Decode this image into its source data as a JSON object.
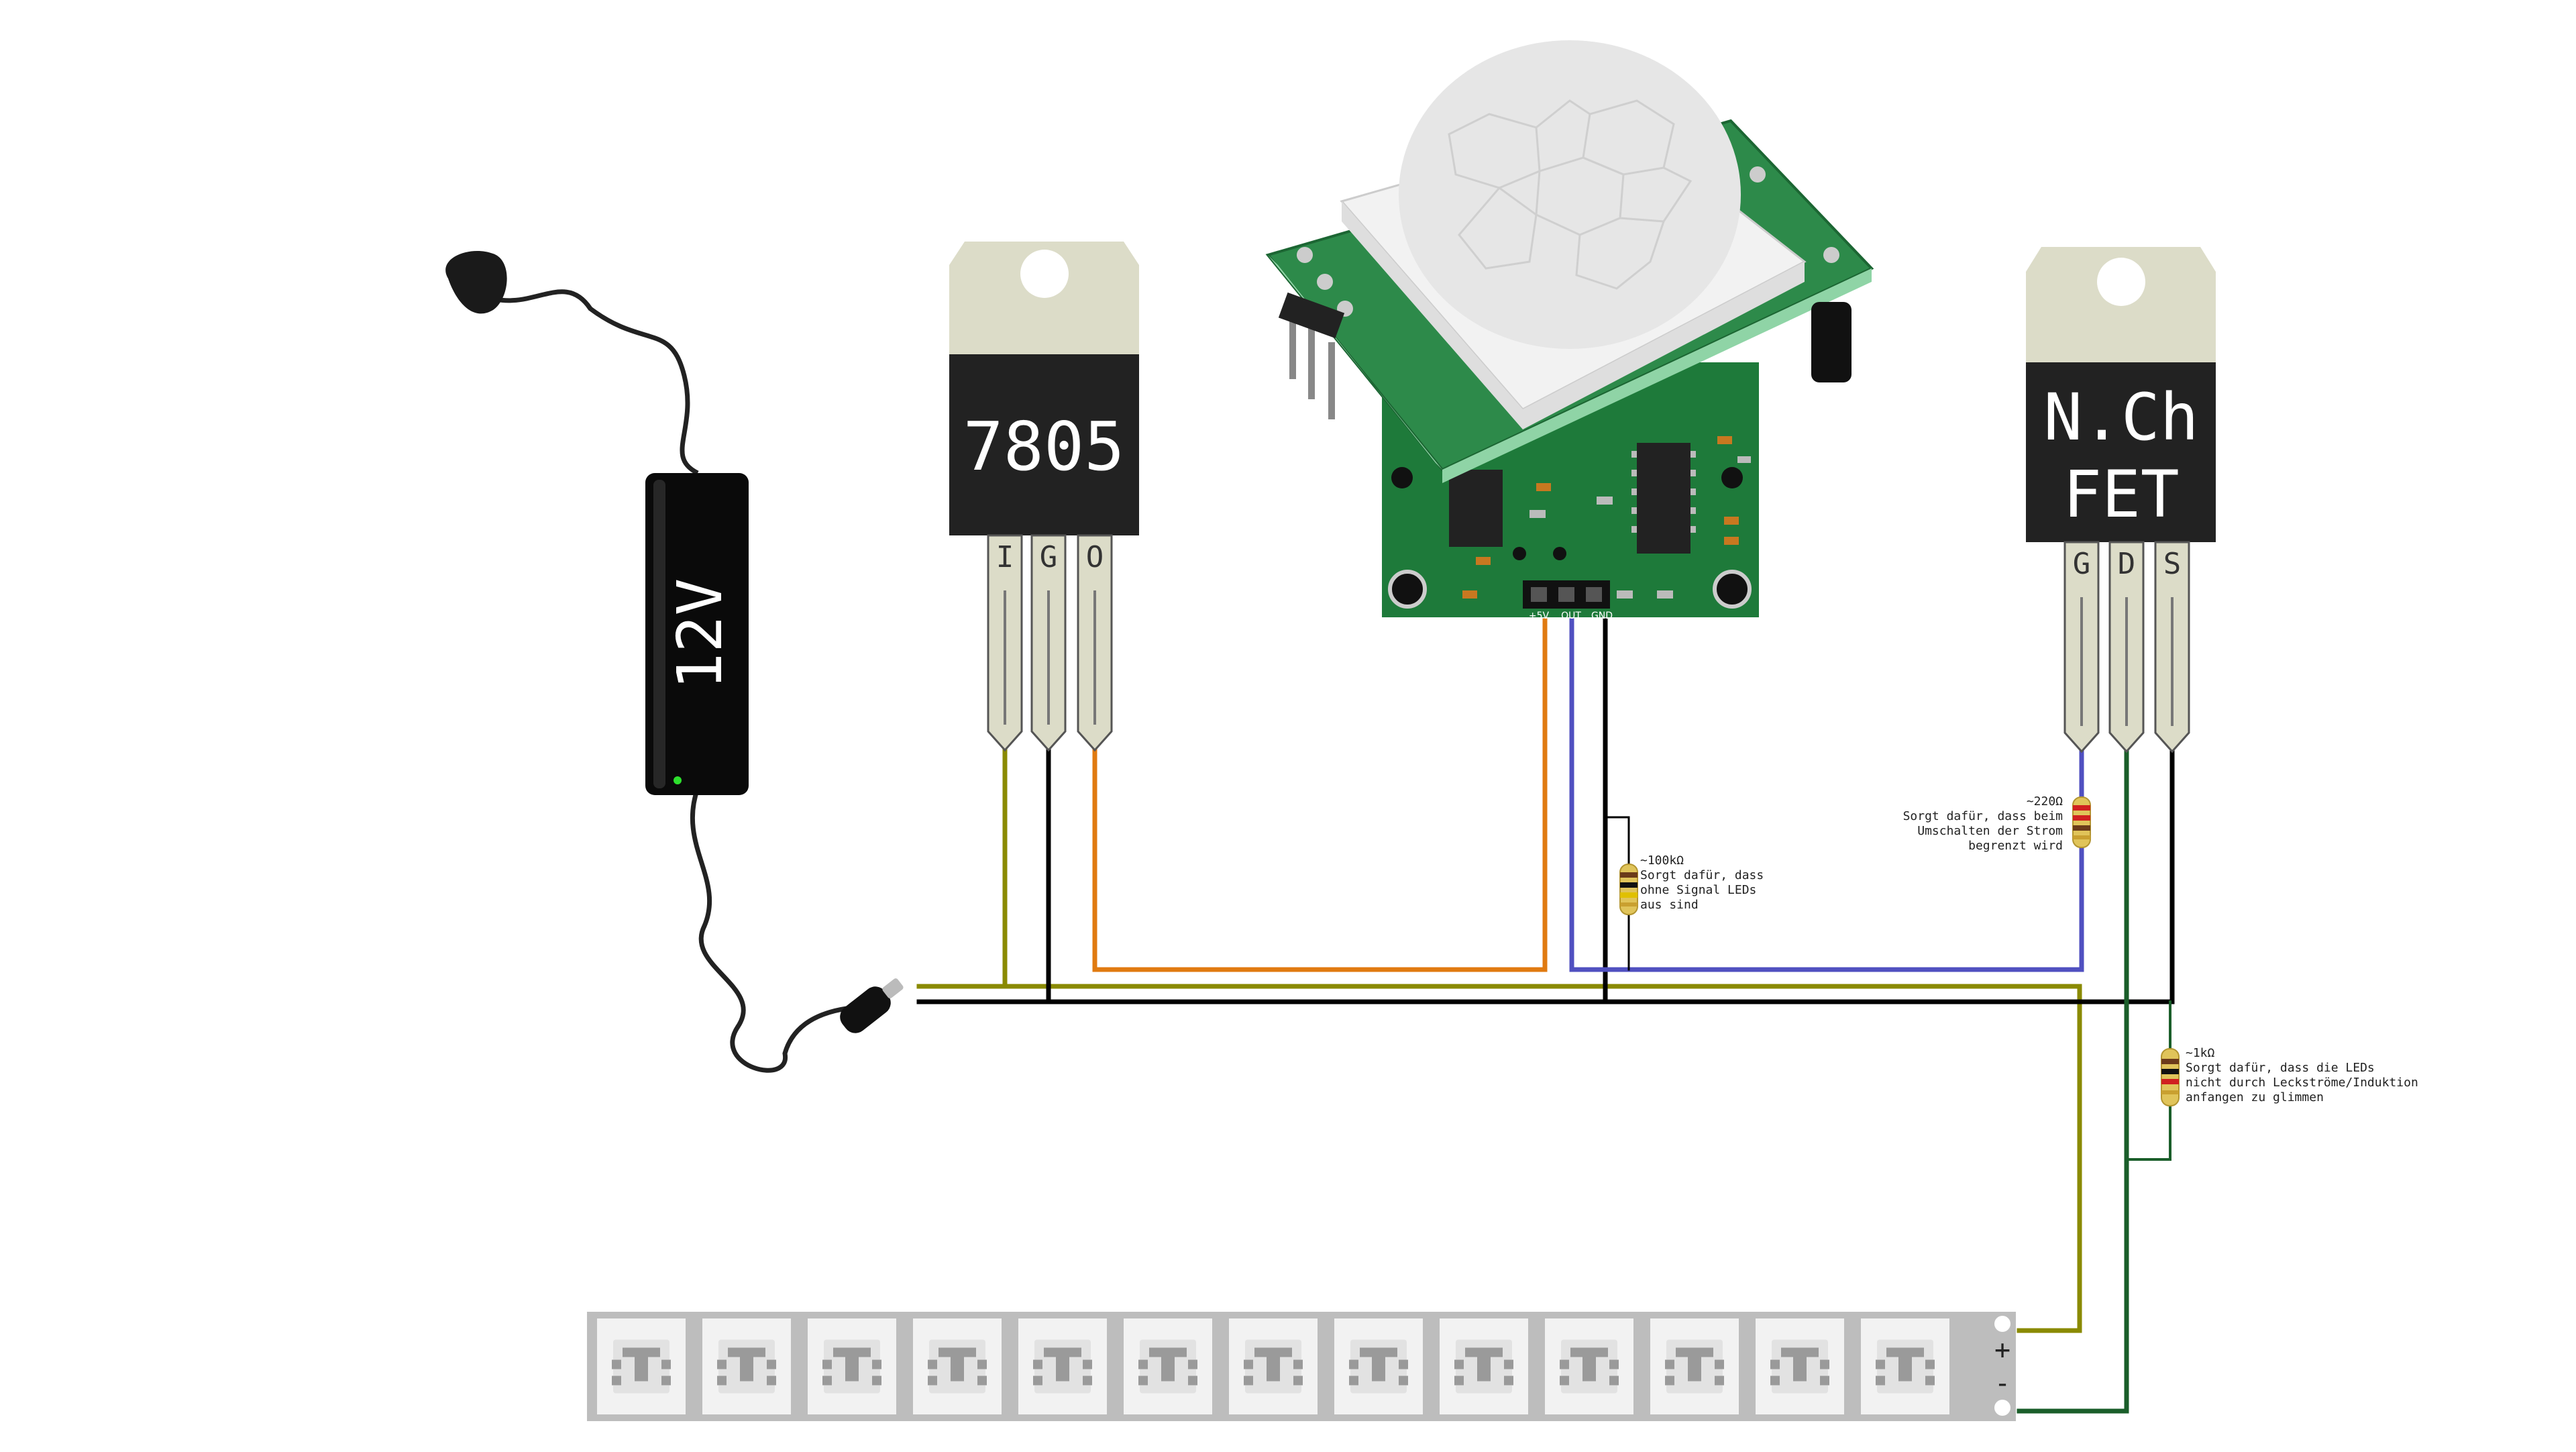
{
  "power_supply": {
    "label": "12V"
  },
  "regulator": {
    "label": "7805",
    "pins": [
      "I",
      "G",
      "O"
    ]
  },
  "fet": {
    "label_line1": "N.Ch",
    "label_line2": "FET",
    "pins": [
      "G",
      "D",
      "S"
    ]
  },
  "pir_sensor": {
    "header_pins": [
      "+5V",
      "OUT",
      "GND"
    ]
  },
  "resistors": {
    "pulldown": {
      "value": "~100kΩ",
      "note_lines": [
        "Sorgt dafür, dass",
        "ohne Signal LEDs",
        "aus sind"
      ]
    },
    "gate": {
      "value": "~220Ω",
      "note_lines": [
        "Sorgt dafür, dass beim",
        "Umschalten der Strom",
        "begrenzt wird"
      ]
    },
    "bleed": {
      "value": "~1kΩ",
      "note_lines": [
        "Sorgt dafür, dass die LEDs",
        "nicht durch Leckströme/Induktion",
        "anfangen zu glimmen"
      ]
    }
  },
  "led_strip": {
    "led_count": 13,
    "plus_label": "+",
    "minus_label": "-"
  },
  "colors": {
    "wire_12v": "#8a8a00",
    "wire_gnd": "#000000",
    "wire_5v": "#e07a10",
    "wire_signal": "#5050c0",
    "wire_drain": "#1a5e2a",
    "pcb": "#1e7a3a",
    "ic_body": "#222222",
    "ic_tab": "#dcdcc8"
  }
}
